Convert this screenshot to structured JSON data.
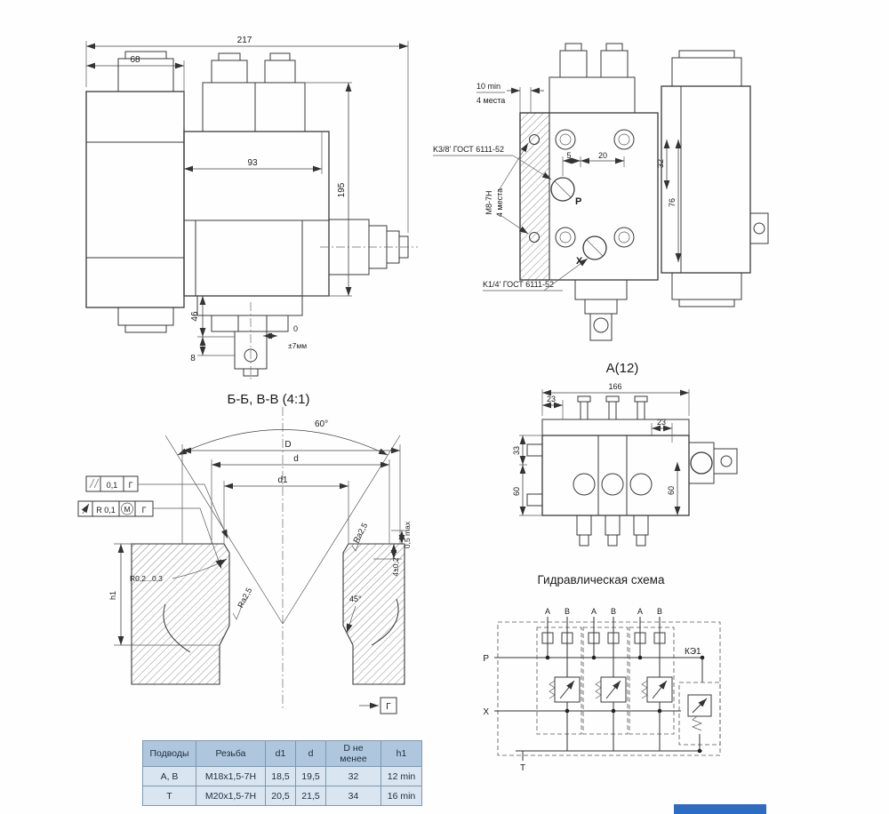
{
  "drawing": {
    "side_view": {
      "dim_217": "217",
      "dim_68": "68",
      "dim_93": "93",
      "dim_195": "195",
      "dim_46": "46",
      "dim_8": "8",
      "dim_zero": "0",
      "dim_tol": "±7мм"
    },
    "front_view": {
      "dim_10min": "10 min",
      "places_top": "4 места",
      "thread_top": "K3/8' ГОСТ 6111-52",
      "m8": "М8-7Н",
      "places_side": "4 места",
      "dim_5": "5",
      "dim_20": "20",
      "dim_32": "32",
      "dim_76": "76",
      "port_p": "P",
      "port_x": "X",
      "thread_bottom": "K1/4' ГОСТ 6111-52"
    },
    "a12_view": {
      "title": "А(12)",
      "dim_166": "166",
      "dim_23_left": "23",
      "dim_23_right": "23",
      "dim_33": "33",
      "dim_60_left": "60",
      "dim_60_right": "60"
    },
    "section_view": {
      "title": "Б-Б, В-В (4:1)",
      "angle_60": "60°",
      "dim_D": "D",
      "dim_d": "d",
      "dim_d1": "d1",
      "radius_note": "R0,2...0,3",
      "ra_left": "Ra2,5",
      "ra_right": "Ra2,5",
      "angle_45": "45°",
      "dim_h1": "h1",
      "dim_05max": "0,5 max",
      "dim_4tol": "4±0,2",
      "frame1_tol": "0,1",
      "frame1_datum": "Г",
      "frame2_tol": "R 0,1",
      "frame2_mod": "М",
      "frame2_datum": "Г",
      "view_label": "Г"
    },
    "schema": {
      "title": "Гидравлическая схема",
      "ports": [
        "А",
        "В",
        "А",
        "В",
        "А",
        "В"
      ],
      "line_p": "P",
      "line_x": "X",
      "line_t": "Т",
      "valve_label": "КЭ1"
    }
  },
  "table": {
    "headers": [
      "Подводы",
      "Резьба",
      "d1",
      "d",
      "D не менее",
      "h1"
    ],
    "rows": [
      [
        "А, В",
        "M18x1,5-7Н",
        "18,5",
        "19,5",
        "32",
        "12 min"
      ],
      [
        "Т",
        "M20x1,5-7Н",
        "20,5",
        "21,5",
        "34",
        "16 min"
      ]
    ]
  },
  "colors": {
    "table_header_bg": "#afc7de",
    "table_row_bg": "#d9e6f2",
    "accent_bar": "#2f6cc1"
  }
}
